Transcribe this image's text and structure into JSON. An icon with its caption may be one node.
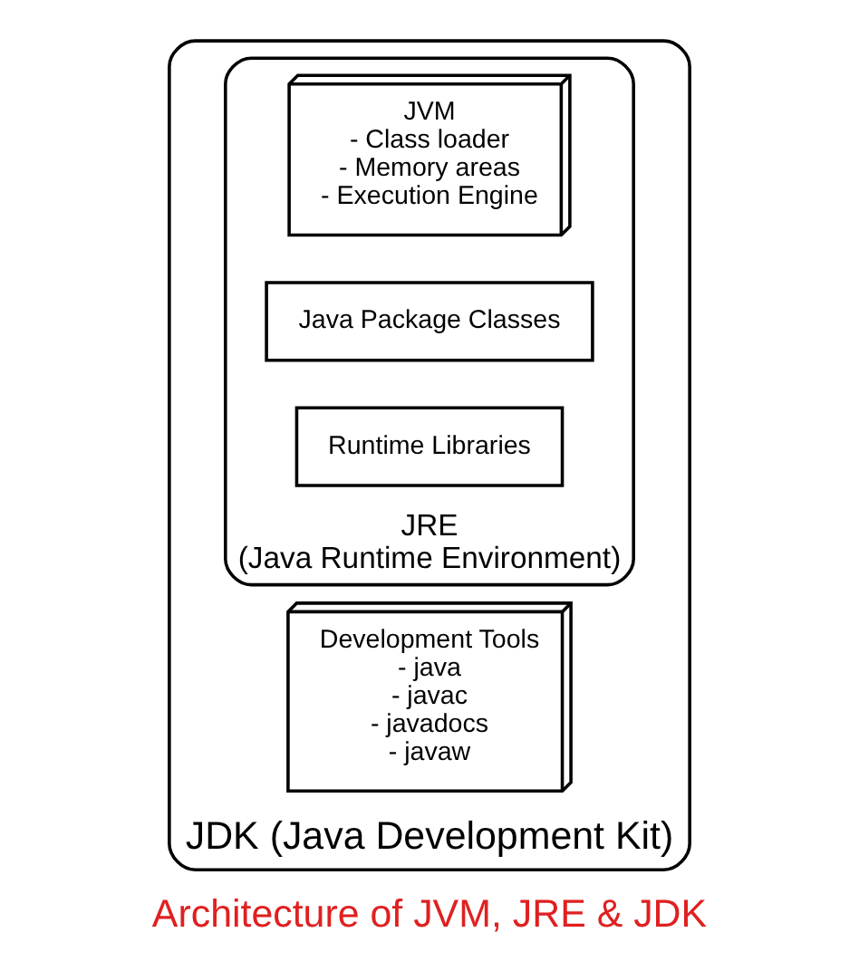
{
  "diagram": {
    "caption": "Architecture of JVM, JRE & JDK",
    "nodes": [
      {
        "text": [
          "JDK (Java Development Kit)"
        ]
      },
      {
        "text": [
          "JRE",
          "(Java Runtime Environment)"
        ],
        "in": 0
      },
      {
        "text": [
          "JVM",
          "- Class loader",
          "- Memory areas",
          "- Execution Engine"
        ],
        "in": 1
      },
      {
        "text": [
          "Java Package Classes"
        ],
        "in": 1
      },
      {
        "text": [
          "Runtime Libraries"
        ],
        "in": 1
      },
      {
        "text": [
          "Development Tools",
          "- java",
          "- javac",
          "- javadocs",
          "- javaw"
        ],
        "in": 0
      }
    ]
  }
}
